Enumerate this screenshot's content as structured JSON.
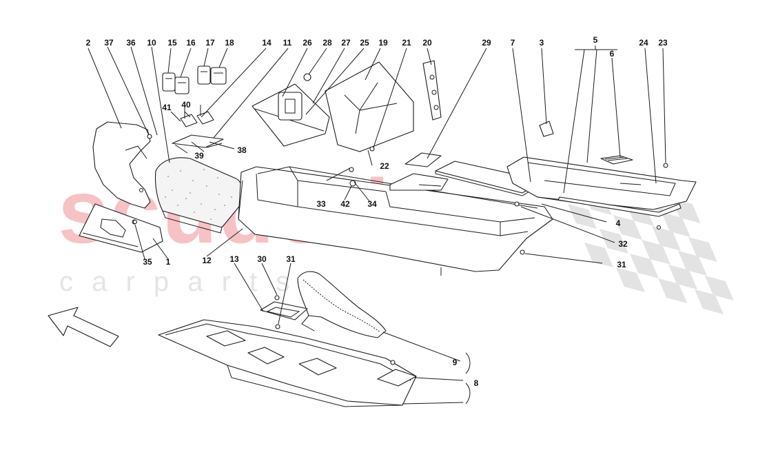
{
  "watermark": {
    "brand": "scuderia",
    "tagline": "c a r p a r t s",
    "brand_color": "#f7c2c4",
    "tagline_color": "#e4e4e4",
    "flag_color": "#e3e3e3"
  },
  "callouts": [
    {
      "id": "2",
      "label": "2"
    },
    {
      "id": "37",
      "label": "37"
    },
    {
      "id": "36",
      "label": "36"
    },
    {
      "id": "10",
      "label": "10"
    },
    {
      "id": "15",
      "label": "15"
    },
    {
      "id": "16",
      "label": "16"
    },
    {
      "id": "17",
      "label": "17"
    },
    {
      "id": "18",
      "label": "18"
    },
    {
      "id": "14",
      "label": "14"
    },
    {
      "id": "11",
      "label": "11"
    },
    {
      "id": "26",
      "label": "26"
    },
    {
      "id": "28",
      "label": "28"
    },
    {
      "id": "27",
      "label": "27"
    },
    {
      "id": "25",
      "label": "25"
    },
    {
      "id": "19",
      "label": "19"
    },
    {
      "id": "21",
      "label": "21"
    },
    {
      "id": "20",
      "label": "20"
    },
    {
      "id": "29",
      "label": "29"
    },
    {
      "id": "7",
      "label": "7"
    },
    {
      "id": "3",
      "label": "3"
    },
    {
      "id": "5",
      "label": "5"
    },
    {
      "id": "6",
      "label": "6"
    },
    {
      "id": "24",
      "label": "24"
    },
    {
      "id": "23",
      "label": "23"
    },
    {
      "id": "41",
      "label": "41"
    },
    {
      "id": "40",
      "label": "40"
    },
    {
      "id": "39",
      "label": "39"
    },
    {
      "id": "38",
      "label": "38"
    },
    {
      "id": "22",
      "label": "22"
    },
    {
      "id": "33",
      "label": "33"
    },
    {
      "id": "42",
      "label": "42"
    },
    {
      "id": "34",
      "label": "34"
    },
    {
      "id": "4",
      "label": "4"
    },
    {
      "id": "32",
      "label": "32"
    },
    {
      "id": "35",
      "label": "35"
    },
    {
      "id": "1",
      "label": "1"
    },
    {
      "id": "12",
      "label": "12"
    },
    {
      "id": "31a",
      "label": "31"
    },
    {
      "id": "13",
      "label": "13"
    },
    {
      "id": "30",
      "label": "30"
    },
    {
      "id": "31b",
      "label": "31"
    },
    {
      "id": "9",
      "label": "9"
    },
    {
      "id": "8",
      "label": "8"
    }
  ]
}
